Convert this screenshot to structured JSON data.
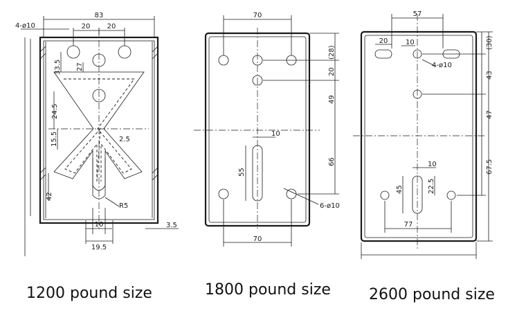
{
  "plates": [
    {
      "caption": "1200 pound size",
      "dims": {
        "width": "83",
        "hole_spacing_a": "20",
        "hole_spacing_b": "20",
        "holes": "4-ø10",
        "top_offset": "33.5",
        "inner_offset": "27",
        "mid_spacing": "24.5",
        "low_spacing": "15.5",
        "bottom_offset": "42",
        "slot_radius": "R5",
        "slot_width": "10",
        "slot_span": "19.5",
        "edge_thickness": "3.5",
        "small_radius": "2.5"
      }
    },
    {
      "caption": "1800 pound size",
      "dims": {
        "top_width": "70",
        "bottom_width": "70",
        "top_offset": "(28)",
        "spacing_1": "20",
        "spacing_2": "49",
        "spacing_3": "66",
        "slot_length": "55",
        "slot_width": "10",
        "holes": "6-ø10"
      }
    },
    {
      "caption": "2600 pound size",
      "dims": {
        "top_width": "57",
        "slot_len": "20",
        "slot_w": "10",
        "holes": "4-ø10",
        "top_offset": "(30)",
        "spacing_1": "43",
        "spacing_2": "47",
        "spacing_3": "67.5",
        "slot_width": "10",
        "slot_length": "45",
        "slot_offset": "22.5",
        "bottom_width": "77"
      }
    }
  ]
}
